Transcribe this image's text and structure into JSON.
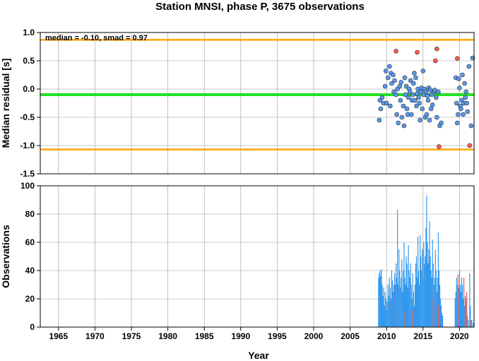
{
  "chart_data": [
    {
      "type": "scatter",
      "title": "Station MNSI, phase P, 3675 observations",
      "xlabel": "",
      "ylabel": "Median residual [s]",
      "xlim": [
        1962.5,
        2022.0
      ],
      "ylim": [
        -1.5,
        1.0
      ],
      "x_ticks": [
        "1965",
        "1970",
        "1975",
        "1980",
        "1985",
        "1990",
        "1995",
        "2000",
        "2005",
        "2010",
        "2015",
        "2020"
      ],
      "y_ticks": [
        "1.0",
        "0.5",
        "0.0",
        "-0.5",
        "-1.0",
        "-1.5"
      ],
      "grid": true,
      "annotation": "median = -0.10, smad = 0.97",
      "hlines": [
        {
          "name": "median",
          "y": -0.1,
          "color": "#22e022"
        },
        {
          "name": "upper bound",
          "y": 0.87,
          "color": "#ffa500"
        },
        {
          "name": "lower bound",
          "y": -1.07,
          "color": "#ffa500"
        }
      ],
      "series": [
        {
          "color": "#5599ee",
          "points": [
            [
              2009.0,
              -0.55
            ],
            [
              2009.1,
              -0.2
            ],
            [
              2009.2,
              -0.35
            ],
            [
              2009.4,
              -0.15
            ],
            [
              2009.6,
              -0.25
            ],
            [
              2009.8,
              0.05
            ],
            [
              2009.9,
              0.32
            ],
            [
              2010.0,
              -0.25
            ],
            [
              2010.2,
              0.2
            ],
            [
              2010.4,
              0.4
            ],
            [
              2010.5,
              -0.3
            ],
            [
              2010.6,
              0.28
            ],
            [
              2010.7,
              0.1
            ],
            [
              2010.9,
              0.25
            ],
            [
              2011.0,
              -0.05
            ],
            [
              2011.1,
              0.15
            ],
            [
              2011.3,
              -0.1
            ],
            [
              2011.4,
              -0.45
            ],
            [
              2011.5,
              0.0
            ],
            [
              2011.6,
              -0.6
            ],
            [
              2011.8,
              0.05
            ],
            [
              2011.9,
              -0.2
            ],
            [
              2012.0,
              0.12
            ],
            [
              2012.1,
              -0.5
            ],
            [
              2012.3,
              -0.3
            ],
            [
              2012.4,
              -0.65
            ],
            [
              2012.5,
              0.2
            ],
            [
              2012.6,
              -0.1
            ],
            [
              2012.7,
              0.05
            ],
            [
              2012.8,
              -0.35
            ],
            [
              2012.9,
              -0.45
            ],
            [
              2013.0,
              -0.15
            ],
            [
              2013.1,
              0.0
            ],
            [
              2013.2,
              -0.05
            ],
            [
              2013.3,
              0.15
            ],
            [
              2013.4,
              -0.45
            ],
            [
              2013.5,
              -0.2
            ],
            [
              2013.6,
              -0.1
            ],
            [
              2013.7,
              0.1
            ],
            [
              2013.8,
              0.28
            ],
            [
              2013.9,
              -0.2
            ],
            [
              2014.0,
              0.2
            ],
            [
              2014.1,
              -0.3
            ],
            [
              2014.2,
              -0.08
            ],
            [
              2014.3,
              0.0
            ],
            [
              2014.4,
              -0.15
            ],
            [
              2014.5,
              -0.25
            ],
            [
              2014.6,
              -0.55
            ],
            [
              2014.7,
              -0.05
            ],
            [
              2014.8,
              0.02
            ],
            [
              2014.9,
              -0.35
            ],
            [
              2015.0,
              0.32
            ],
            [
              2015.1,
              -0.1
            ],
            [
              2015.2,
              0.0
            ],
            [
              2015.3,
              -0.5
            ],
            [
              2015.4,
              -0.05
            ],
            [
              2015.5,
              -0.45
            ],
            [
              2015.6,
              -0.12
            ],
            [
              2015.7,
              -0.2
            ],
            [
              2015.8,
              0.02
            ],
            [
              2015.9,
              -0.55
            ],
            [
              2016.0,
              -0.02
            ],
            [
              2016.1,
              -0.35
            ],
            [
              2016.2,
              -0.1
            ],
            [
              2016.3,
              -0.28
            ],
            [
              2016.5,
              -0.05
            ],
            [
              2016.6,
              -0.02
            ],
            [
              2016.8,
              -0.15
            ],
            [
              2016.9,
              -0.5
            ],
            [
              2017.1,
              -0.05
            ],
            [
              2017.3,
              -0.65
            ],
            [
              2017.5,
              -0.6
            ],
            [
              2019.5,
              0.2
            ],
            [
              2019.6,
              -0.25
            ],
            [
              2019.7,
              -0.6
            ],
            [
              2019.8,
              -0.45
            ],
            [
              2019.9,
              0.18
            ],
            [
              2020.0,
              0.02
            ],
            [
              2020.1,
              -0.3
            ],
            [
              2020.2,
              -0.35
            ],
            [
              2020.3,
              -0.2
            ],
            [
              2020.4,
              0.25
            ],
            [
              2020.5,
              -0.45
            ],
            [
              2020.6,
              -0.25
            ],
            [
              2020.7,
              0.1
            ],
            [
              2020.8,
              -0.15
            ],
            [
              2020.9,
              -0.05
            ],
            [
              2021.0,
              -0.25
            ],
            [
              2021.1,
              -0.4
            ],
            [
              2021.3,
              0.4
            ],
            [
              2021.6,
              -0.65
            ],
            [
              2021.8,
              0.55
            ]
          ]
        },
        {
          "color": "#ff5a4a",
          "points": [
            [
              2011.3,
              0.67
            ],
            [
              2014.2,
              0.65
            ],
            [
              2016.7,
              0.5
            ],
            [
              2016.9,
              0.71
            ],
            [
              2017.2,
              -1.02
            ],
            [
              2019.7,
              0.54
            ],
            [
              2021.4,
              -1.0
            ]
          ]
        }
      ]
    },
    {
      "type": "bar",
      "xlabel": "Year",
      "ylabel": "Observations",
      "xlim": [
        1962.5,
        2022.0
      ],
      "ylim": [
        0,
        100
      ],
      "x_ticks": [
        "1965",
        "1970",
        "1975",
        "1980",
        "1985",
        "1990",
        "1995",
        "2000",
        "2005",
        "2010",
        "2015",
        "2020"
      ],
      "y_ticks": [
        "100",
        "80",
        "60",
        "40",
        "20",
        "0"
      ],
      "grid": true,
      "series": [
        {
          "color": "#3399ee",
          "points": [
            [
              2008.9,
              35
            ],
            [
              2009.0,
              38
            ],
            [
              2009.1,
              40
            ],
            [
              2009.2,
              36
            ],
            [
              2009.3,
              41
            ],
            [
              2009.4,
              30
            ],
            [
              2009.5,
              22
            ],
            [
              2009.6,
              28
            ],
            [
              2009.7,
              15
            ],
            [
              2009.8,
              25
            ],
            [
              2009.9,
              20
            ],
            [
              2010.0,
              12
            ],
            [
              2010.1,
              18
            ],
            [
              2010.2,
              30
            ],
            [
              2010.3,
              22
            ],
            [
              2010.4,
              35
            ],
            [
              2010.5,
              28
            ],
            [
              2010.6,
              20
            ],
            [
              2010.7,
              40
            ],
            [
              2010.8,
              33
            ],
            [
              2010.9,
              25
            ],
            [
              2011.0,
              30
            ],
            [
              2011.1,
              38
            ],
            [
              2011.2,
              20
            ],
            [
              2011.3,
              45
            ],
            [
              2011.4,
              35
            ],
            [
              2011.5,
              83
            ],
            [
              2011.6,
              30
            ],
            [
              2011.7,
              55
            ],
            [
              2011.8,
              40
            ],
            [
              2011.9,
              28
            ],
            [
              2012.0,
              35
            ],
            [
              2012.1,
              48
            ],
            [
              2012.2,
              25
            ],
            [
              2012.3,
              40
            ],
            [
              2012.4,
              60
            ],
            [
              2012.5,
              35
            ],
            [
              2012.6,
              30
            ],
            [
              2012.7,
              50
            ],
            [
              2012.8,
              45
            ],
            [
              2012.9,
              28
            ],
            [
              2013.0,
              58
            ],
            [
              2013.1,
              40
            ],
            [
              2013.2,
              35
            ],
            [
              2013.3,
              45
            ],
            [
              2013.4,
              30
            ],
            [
              2013.5,
              20
            ],
            [
              2013.6,
              38
            ],
            [
              2013.7,
              25
            ],
            [
              2013.8,
              15
            ],
            [
              2013.9,
              30
            ],
            [
              2014.0,
              45
            ],
            [
              2014.1,
              50
            ],
            [
              2014.2,
              35
            ],
            [
              2014.3,
              64
            ],
            [
              2014.4,
              40
            ],
            [
              2014.5,
              30
            ],
            [
              2014.6,
              65
            ],
            [
              2014.7,
              50
            ],
            [
              2014.8,
              40
            ],
            [
              2014.9,
              55
            ],
            [
              2015.0,
              35
            ],
            [
              2015.1,
              60
            ],
            [
              2015.2,
              45
            ],
            [
              2015.3,
              50
            ],
            [
              2015.4,
              70
            ],
            [
              2015.5,
              93
            ],
            [
              2015.6,
              60
            ],
            [
              2015.7,
              45
            ],
            [
              2015.8,
              55
            ],
            [
              2015.9,
              75
            ],
            [
              2016.0,
              50
            ],
            [
              2016.1,
              40
            ],
            [
              2016.2,
              35
            ],
            [
              2016.3,
              62
            ],
            [
              2016.4,
              45
            ],
            [
              2016.5,
              30
            ],
            [
              2016.6,
              35
            ],
            [
              2016.7,
              55
            ],
            [
              2016.8,
              40
            ],
            [
              2016.9,
              25
            ],
            [
              2017.0,
              35
            ],
            [
              2017.1,
              67
            ],
            [
              2017.2,
              40
            ],
            [
              2017.3,
              30
            ],
            [
              2017.4,
              20
            ],
            [
              2017.5,
              15
            ],
            [
              2017.6,
              10
            ],
            [
              2017.7,
              8
            ],
            [
              2019.4,
              20
            ],
            [
              2019.5,
              25
            ],
            [
              2019.6,
              35
            ],
            [
              2019.7,
              30
            ],
            [
              2019.8,
              20
            ],
            [
              2019.9,
              28
            ],
            [
              2020.0,
              40
            ],
            [
              2020.1,
              30
            ],
            [
              2020.2,
              25
            ],
            [
              2020.3,
              35
            ],
            [
              2020.4,
              30
            ],
            [
              2020.5,
              20
            ],
            [
              2020.6,
              28
            ],
            [
              2020.7,
              15
            ],
            [
              2020.8,
              22
            ],
            [
              2020.9,
              20
            ],
            [
              2021.0,
              10
            ],
            [
              2021.1,
              8
            ],
            [
              2021.2,
              5
            ],
            [
              2021.4,
              38
            ],
            [
              2021.5,
              15
            ],
            [
              2021.7,
              5
            ],
            [
              2021.9,
              3
            ]
          ]
        },
        {
          "color": "#ff5a4a",
          "points": [
            [
              2011.2,
              30
            ],
            [
              2012.4,
              10
            ],
            [
              2013.6,
              12
            ],
            [
              2016.4,
              20
            ],
            [
              2016.7,
              27
            ],
            [
              2017.1,
              15
            ],
            [
              2019.8,
              37
            ],
            [
              2020.6,
              35
            ],
            [
              2021.0,
              25
            ],
            [
              2021.6,
              5
            ]
          ]
        }
      ]
    }
  ]
}
